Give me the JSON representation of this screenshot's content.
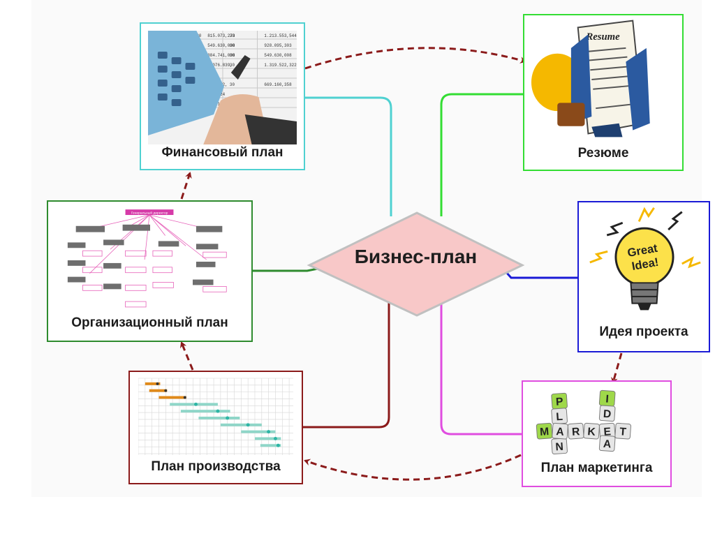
{
  "center": {
    "label": "Бизнес-план"
  },
  "nodes": {
    "financial": {
      "label": "Финансовый план",
      "sheet_rows": [
        [
          "30",
          "815.073,273",
          "30",
          "1.213.553,544"
        ],
        [
          "30",
          "549.630,008",
          "30",
          "928.095,303"
        ],
        [
          "30",
          "384.741,008",
          "30",
          "549.630,008"
        ],
        [
          "30",
          "1.076.839,",
          "30",
          "1.319.522,322"
        ],
        [
          "",
          "",
          "",
          ""
        ],
        [
          "",
          "577.932,",
          "30",
          "669.160,358"
        ],
        [
          "",
          "519.824",
          "",
          ""
        ],
        [
          "",
          "8.4.1",
          "",
          ""
        ]
      ]
    },
    "resume": {
      "label": "Резюме",
      "doc_title": "Resume"
    },
    "organizational": {
      "label": "Организационный план",
      "chart_title": "Генеральный директор"
    },
    "idea": {
      "label": "Идея проекта",
      "bulb_text": [
        "Great",
        "Idea!"
      ]
    },
    "production": {
      "label": "План производства"
    },
    "marketing": {
      "label": "План маркетинга",
      "across": [
        "M",
        "A",
        "R",
        "K",
        "E",
        "T"
      ],
      "down_plan": [
        "P",
        "L",
        "A",
        "N"
      ],
      "down_idea": [
        "I",
        "D",
        "E",
        "A"
      ]
    }
  },
  "colors": {
    "financial": "#4fd1d1",
    "resume": "#33dd33",
    "organizational": "#2e8b2e",
    "idea": "#1a1ad6",
    "production": "#8b1a1a",
    "marketing": "#e04de0",
    "center_fill": "#f8c8c8",
    "center_border": "#c0c0c0",
    "dashed_arrow": "#8b1a1a"
  }
}
